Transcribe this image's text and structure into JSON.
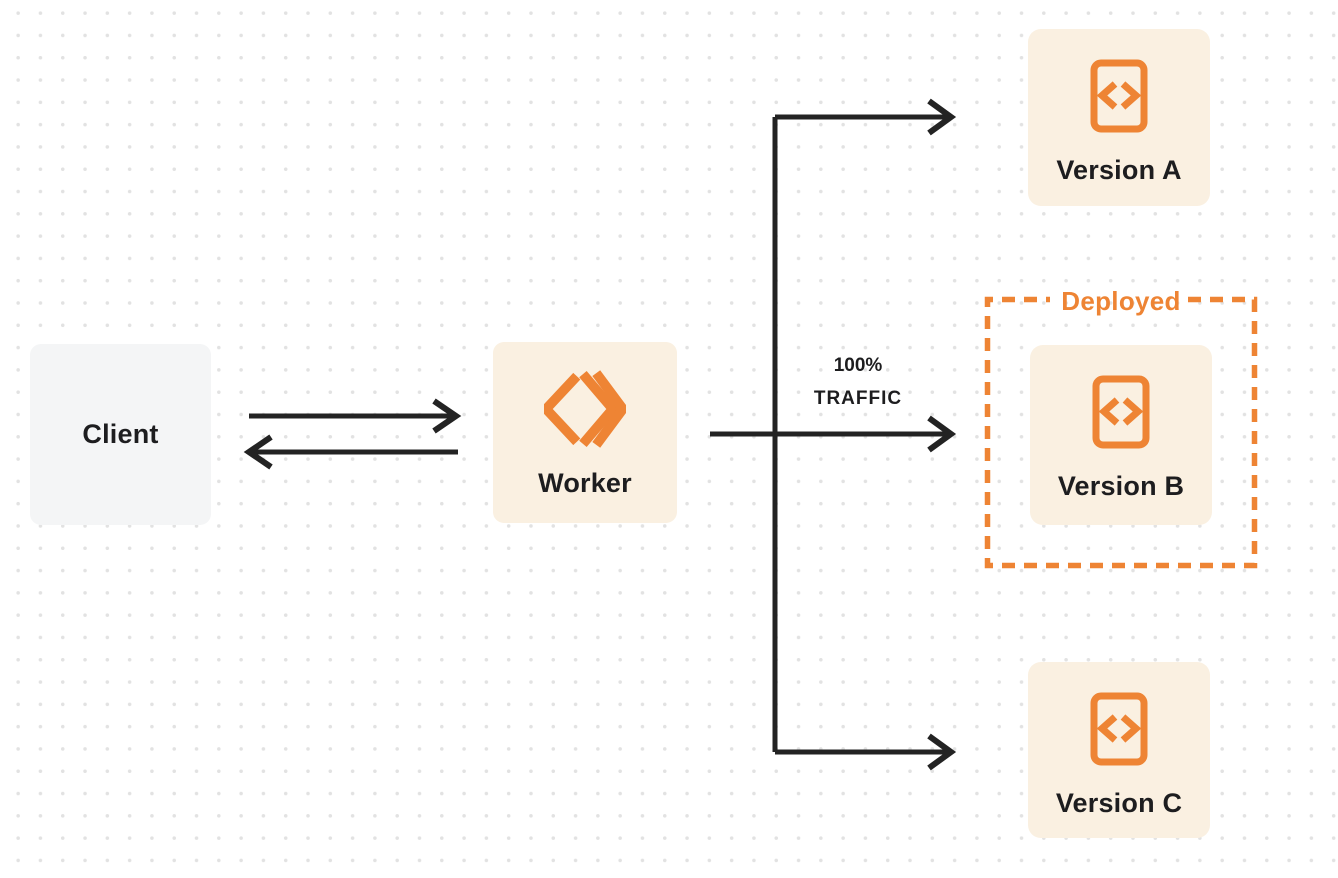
{
  "colors": {
    "accent_orange": "#ee8434",
    "node_fill_cream": "#faf0e1",
    "client_fill_gray": "#f4f5f6",
    "arrow_dark": "#232323",
    "text_dark": "#1d1d1f",
    "dot_grid_gray": "#e2e2e2",
    "background": "#ffffff"
  },
  "nodes": {
    "client": {
      "label": "Client"
    },
    "worker": {
      "label": "Worker",
      "icon": "workers-logo-icon"
    },
    "version_a": {
      "label": "Version A",
      "icon": "code-icon"
    },
    "version_b": {
      "label": "Version B",
      "icon": "code-icon"
    },
    "version_c": {
      "label": "Version C",
      "icon": "code-icon"
    }
  },
  "annotations": {
    "deployed_region": {
      "label": "Deployed",
      "style": "dashed-orange-rectangle"
    },
    "traffic": {
      "line1": "100%",
      "line2": "TRAFFIC"
    }
  },
  "connections": [
    {
      "from": "client",
      "to": "worker",
      "direction": "right"
    },
    {
      "from": "worker",
      "to": "client",
      "direction": "left"
    },
    {
      "from": "worker",
      "to": "version_a",
      "direction": "right"
    },
    {
      "from": "worker",
      "to": "version_b",
      "direction": "right",
      "label": "100% TRAFFIC"
    },
    {
      "from": "worker",
      "to": "version_c",
      "direction": "right"
    }
  ]
}
